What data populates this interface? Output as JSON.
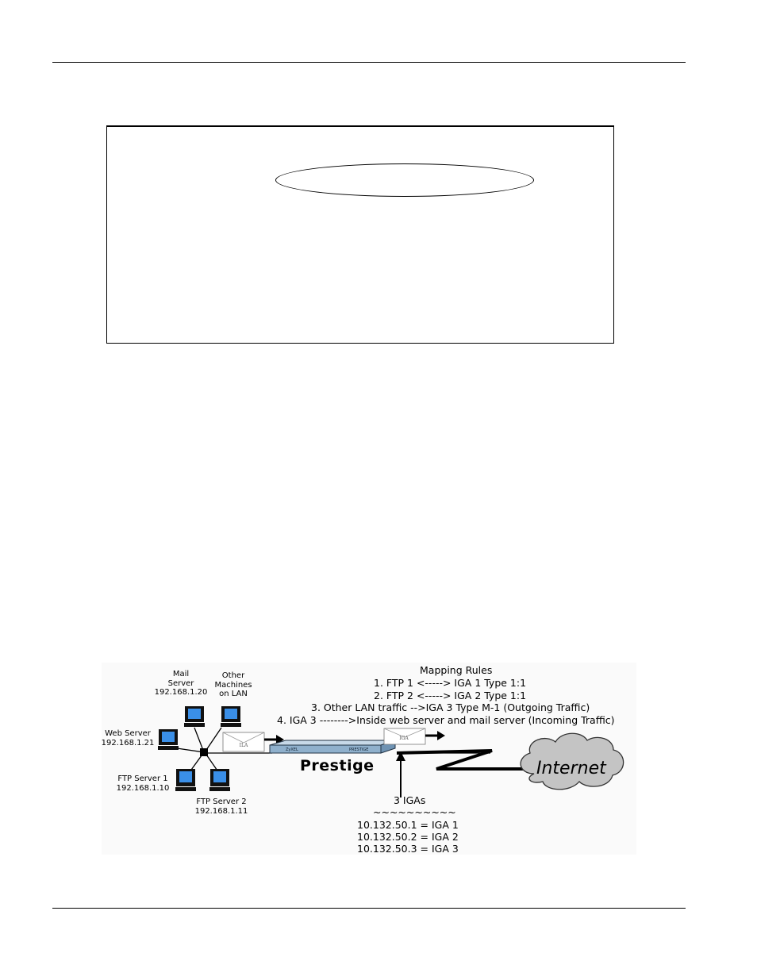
{
  "figure": {
    "labels": {
      "mail_server_name": "Mail\nServer",
      "mail_server_ip": "192.168.1.20",
      "other_machines": "Other\nMachines\non LAN",
      "web_server_name": "Web Server",
      "web_server_ip": "192.168.1.21",
      "ftp1_name": "FTP Server 1",
      "ftp1_ip": "192.168.1.10",
      "ftp2_name": "FTP Server 2",
      "ftp2_ip": "192.168.1.11",
      "ila_packet": "ILA",
      "iga_packet": "IGA",
      "device_name": "Prestige",
      "internet": "Internet",
      "device_brand": "ZyXEL",
      "device_model": "PRESTIGE"
    },
    "mapping": {
      "title": "Mapping Rules",
      "rules": [
        "1. FTP 1 <-----> IGA 1 Type 1:1",
        "2. FTP 2 <-----> IGA 2 Type 1:1",
        "3. Other LAN traffic -->IGA 3 Type M-1 (Outgoing Traffic)",
        "4. IGA 3 -------->Inside web server and mail server (Incoming Traffic)"
      ]
    },
    "igas": {
      "title": "3 IGAs",
      "divider": "~~~~~~~~~~",
      "items": [
        "10.132.50.1 = IGA 1",
        "10.132.50.2 = IGA 2",
        "10.132.50.3 = IGA 3"
      ]
    }
  },
  "colors": {
    "monitor_screen": "#3a8fe8",
    "device_body": "#8fb0cc",
    "cloud_fill": "#c4c4c4"
  }
}
